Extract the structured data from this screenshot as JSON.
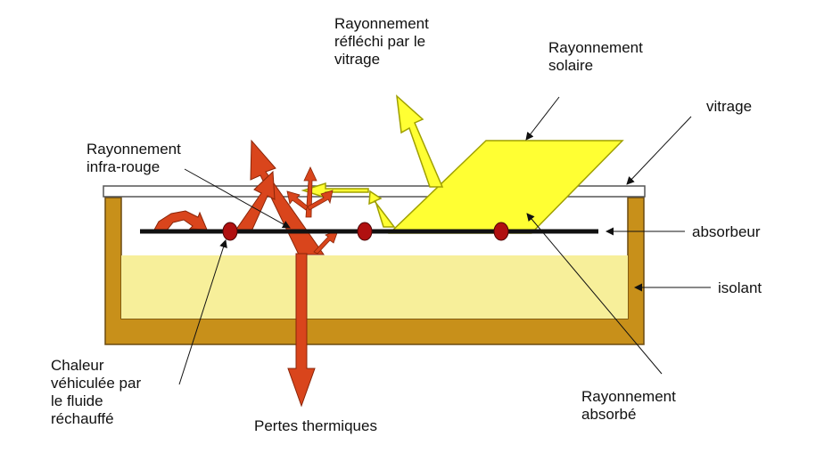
{
  "labels": {
    "reflechi": "Rayonnement\nréfléchi par le\nvitrage",
    "solaire": "Rayonnement\nsolaire",
    "vitrage": "vitrage",
    "infrarouge": "Rayonnement\ninfra-rouge",
    "absorbeur": "absorbeur",
    "isolant": "isolant",
    "chaleur": "Chaleur\nvéhiculée par\nle fluide\nréchauffé",
    "pertes": "Pertes thermiques",
    "absorbe": "Rayonnement\nabsorbé"
  },
  "colors": {
    "casing": "#c8901a",
    "casing_stroke": "#6b4a10",
    "insulation": "#f7ef9a",
    "solar_yellow": "#ffff33",
    "solar_stroke": "#a0a000",
    "heat_red": "#d9451c",
    "heat_stroke": "#8a2508",
    "tube_red": "#b01010",
    "absorber_line": "#111111"
  }
}
